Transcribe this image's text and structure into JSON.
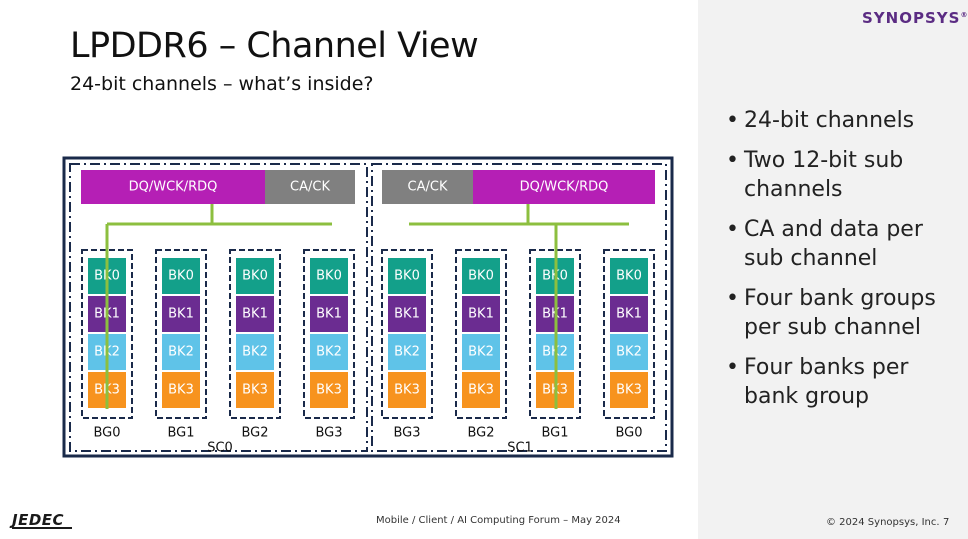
{
  "brand": {
    "logo_text": "SYNOPSYS",
    "logo_mark": "®",
    "footer_logo": "JEDEC"
  },
  "slide": {
    "title": "LPDDR6 – Channel View",
    "subtitle": "24-bit channels – what’s inside?",
    "bullets": [
      "24-bit channels",
      "Two 12-bit sub channels",
      "CA and data per sub channel",
      "Four bank groups per sub channel",
      "Four banks per bank group"
    ]
  },
  "diagram": {
    "sub_channels": [
      {
        "label": "SC0",
        "dq_label": "DQ/WCK/RDQ",
        "ca_label": "CA/CK",
        "bank_groups": [
          "BG0",
          "BG1",
          "BG2",
          "BG3"
        ]
      },
      {
        "label": "SC1",
        "dq_label": "DQ/WCK/RDQ",
        "ca_label": "CA/CK",
        "bank_groups": [
          "BG3",
          "BG2",
          "BG1",
          "BG0"
        ]
      }
    ],
    "banks": [
      "BK0",
      "BK1",
      "BK2",
      "BK3"
    ],
    "colors": {
      "dq": "#b51fb5",
      "ca": "#808080",
      "bk0": "#13a08a",
      "bk1": "#6b2c91",
      "bk2": "#5fc3e8",
      "bk3": "#f7931e",
      "bus": "#8cbf3f",
      "frame": "#1a2a4a"
    }
  },
  "footer": {
    "center": "Mobile / Client / AI Computing Forum – May 2024",
    "copyright": "© 2024 Synopsys, Inc.",
    "page": "7"
  }
}
